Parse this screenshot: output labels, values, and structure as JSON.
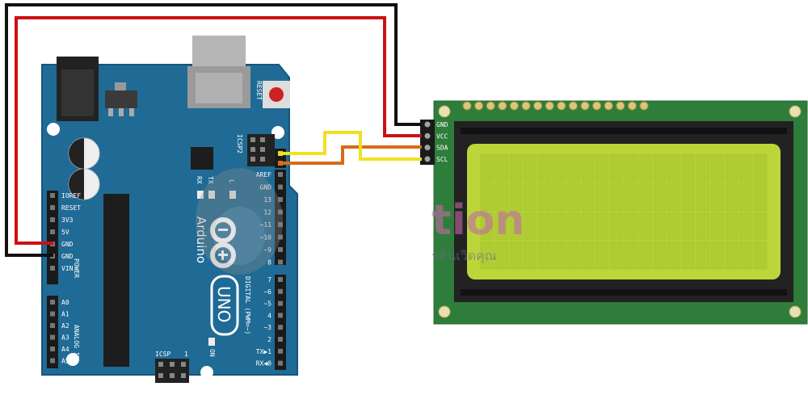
{
  "board": {
    "reset_label": "RESET",
    "icsp2_label": "ICSP2",
    "icsp_label": "ICSP",
    "icsp_pin": "1",
    "tx_label": "TX",
    "rx_label": "RX",
    "l_label": "L",
    "on_label": "ON",
    "brand": "Arduino",
    "model": "UNO",
    "power_label": "POWER",
    "analog_label": "ANALOG IN",
    "digital_label": "DIGITAL (PWM=~)",
    "power_pins": [
      "IOREF",
      "RESET",
      "3V3",
      "5V",
      "GND",
      "GND",
      "VIN"
    ],
    "analog_pins": [
      "A0",
      "A1",
      "A2",
      "A3",
      "A4",
      "A5"
    ],
    "digital_top": [
      "AREF",
      "GND",
      "13",
      "12",
      "~11",
      "~10",
      "~9",
      "8"
    ],
    "digital_bottom": [
      "7",
      "~6",
      "~5",
      "4",
      "~3",
      "2",
      "TX▶1",
      "RX◀0"
    ]
  },
  "lcd": {
    "pins": [
      "GND",
      "VCC",
      "SDA",
      "SCL"
    ],
    "columns": 20,
    "rows": 4
  },
  "watermark": {
    "text": "tion",
    "sub": "รคินเวิดคุณ"
  },
  "colors": {
    "board": "#1f6b95",
    "pcb": "#2f7d3a",
    "lcd_screen": "#bcd63a",
    "wire_gnd": "#111111",
    "wire_vcc": "#cc1111",
    "wire_sda": "#d86a1a",
    "wire_scl": "#f0e020"
  }
}
